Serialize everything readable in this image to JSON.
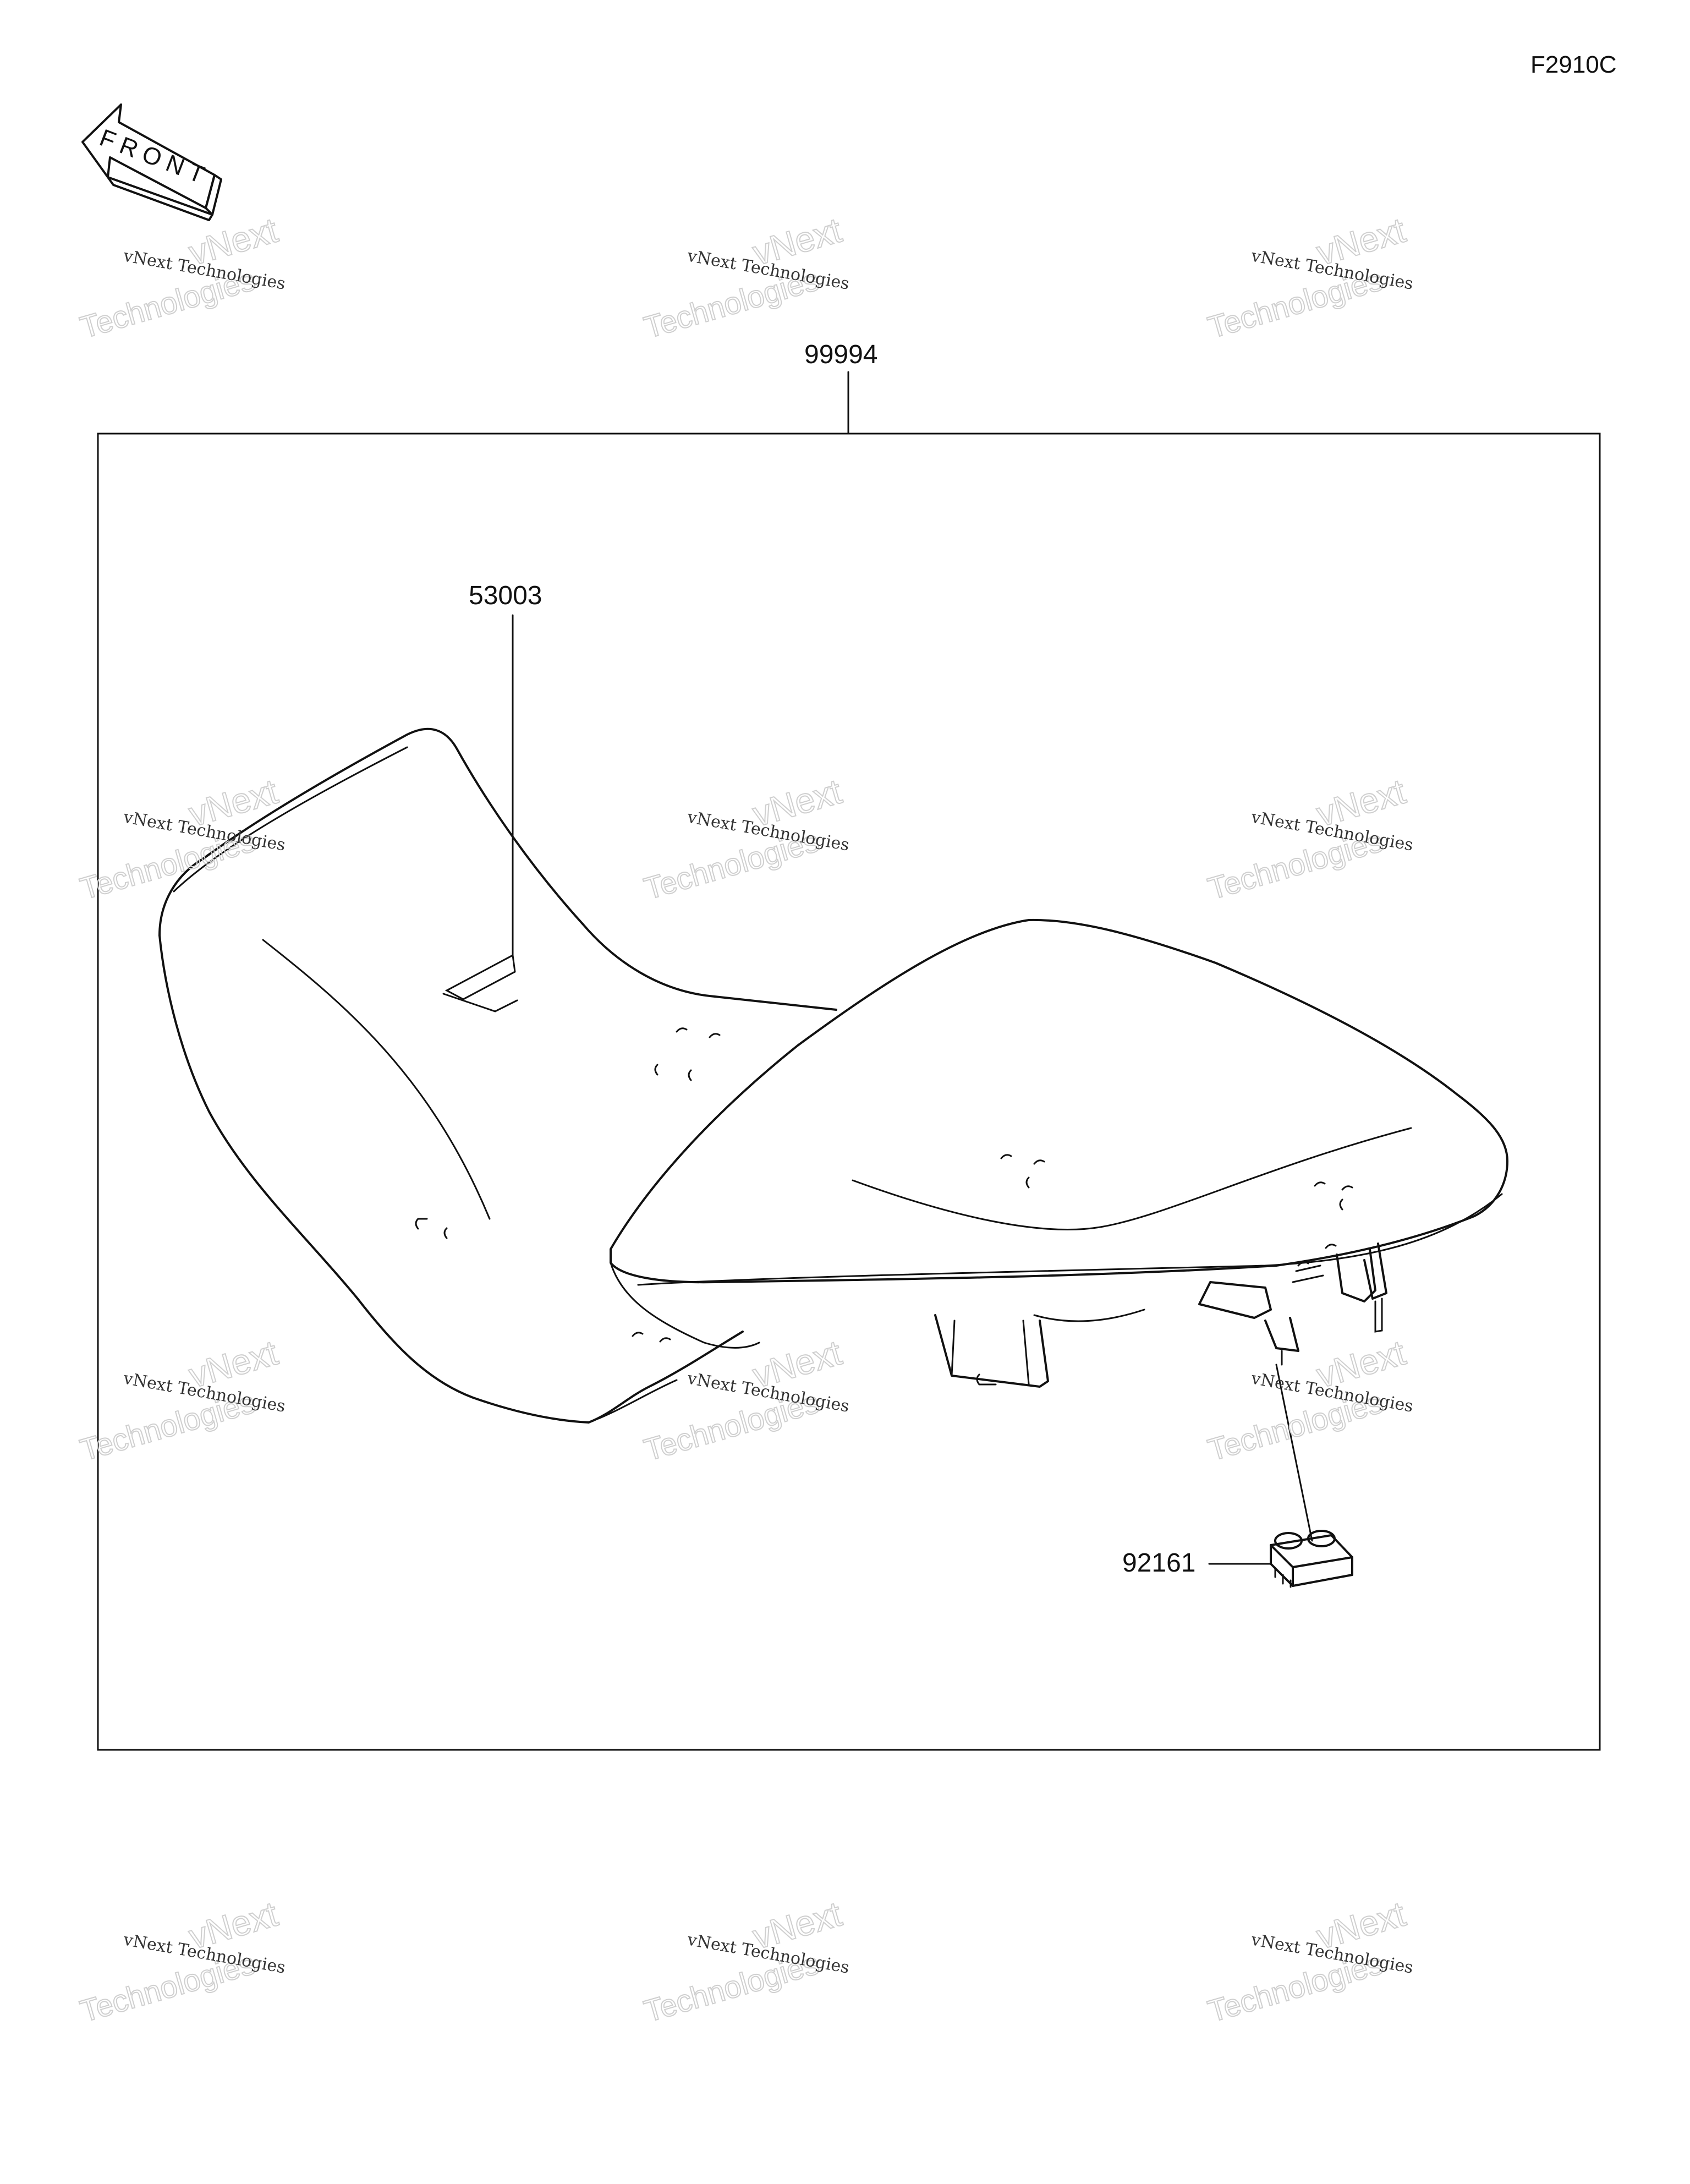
{
  "figure_code": "F2910C",
  "front_label": "FRONT",
  "parts": {
    "assembly": "99994",
    "label_sticker": "53003",
    "bracket": "92161"
  },
  "watermark": {
    "line1": "vNext Technologies",
    "line2": "vNext",
    "line3": "Technologies"
  }
}
